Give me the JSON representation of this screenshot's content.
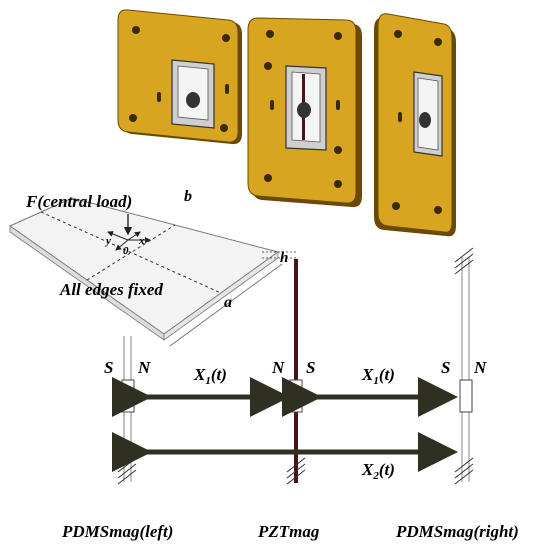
{
  "plate": {
    "load_label": "F(central load)",
    "dim_b": "b",
    "dim_a": "a",
    "dim_h": "h",
    "axis_y": "y",
    "axis_x": "x",
    "origin": "0",
    "edges_label": "All edges fixed"
  },
  "poles": {
    "left": {
      "s": "S",
      "n": "N"
    },
    "center": {
      "n": "N",
      "s": "S"
    },
    "right": {
      "s": "S",
      "n": "N"
    }
  },
  "displacements": {
    "x1_left": {
      "base": "X",
      "sub": "1",
      "tail": "(t)"
    },
    "x1_right": {
      "base": "X",
      "sub": "1",
      "tail": "(t)"
    },
    "x2": {
      "base": "X",
      "sub": "2",
      "tail": "(t)"
    }
  },
  "captions": {
    "left": "PDMSmag(left)",
    "center": "PZTmag",
    "right": "PDMSmag(right)"
  },
  "colors": {
    "frame": "#d8a520",
    "frame_edge": "#6b4a00",
    "arrow": "#2f2f22",
    "pzt": "#4a1414"
  }
}
